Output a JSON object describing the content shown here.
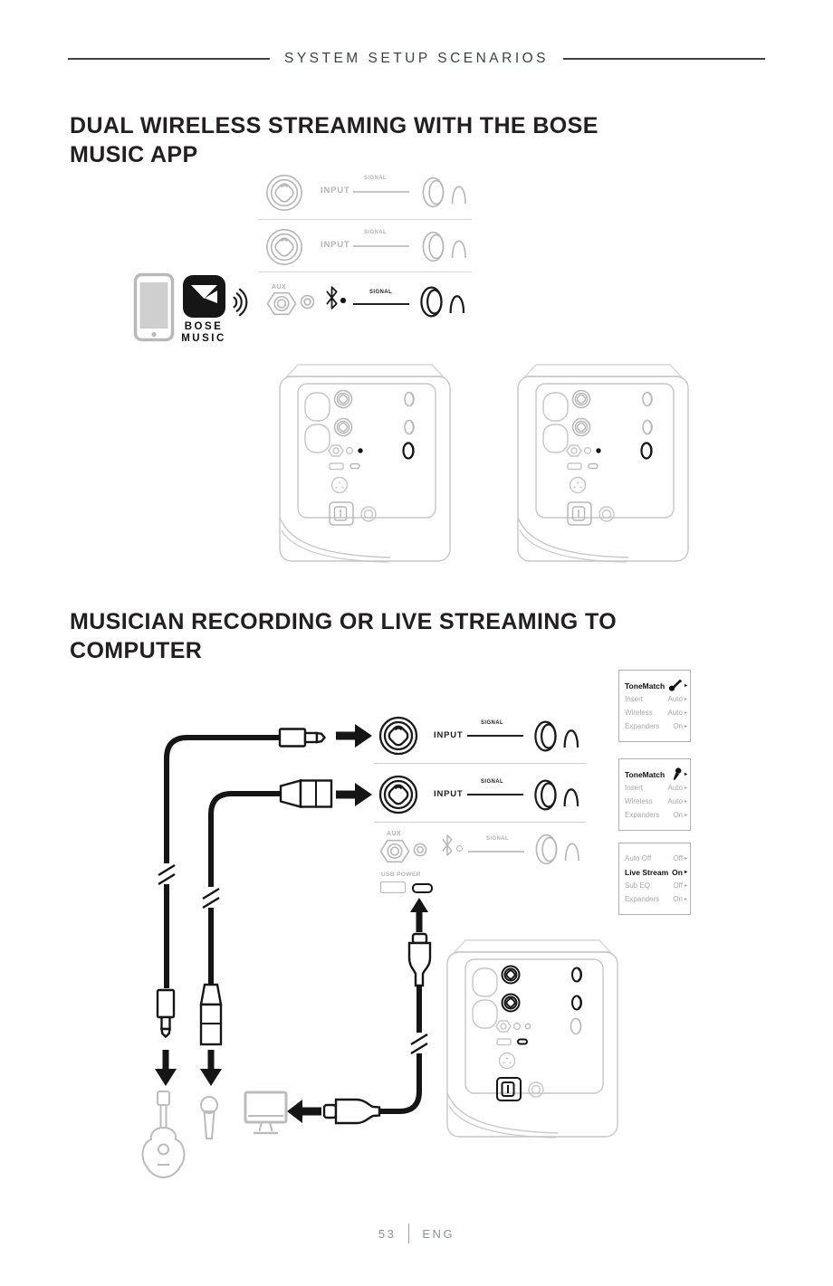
{
  "header": {
    "title": "SYSTEM SETUP SCENARIOS"
  },
  "sections": [
    {
      "title": "DUAL WIRELESS STREAMING WITH THE BOSE MUSIC APP"
    },
    {
      "title": "MUSICIAN RECORDING OR LIVE STREAMING TO COMPUTER"
    }
  ],
  "labels": {
    "input": "INPUT",
    "signal": "SIGNAL",
    "aux": "AUX",
    "usb_power": "USB POWER",
    "bose_line1": "BOSE",
    "bose_line2": "MUSIC"
  },
  "icons": {
    "app": "bose-music-app-icon",
    "bluetooth": "bluetooth-icon",
    "instrument": "guitar-icon",
    "microphone": "microphone-icon",
    "computer": "computer-icon"
  },
  "menus": {
    "arrow": "▸",
    "box1": {
      "rows": [
        {
          "label": "ToneMatch",
          "value": ""
        },
        {
          "label": "Insert",
          "value": "Auto"
        },
        {
          "label": "Wireless",
          "value": "Auto"
        },
        {
          "label": "Expanders",
          "value": "On"
        }
      ]
    },
    "box2": {
      "rows": [
        {
          "label": "ToneMatch",
          "value": ""
        },
        {
          "label": "Insert",
          "value": "Auto"
        },
        {
          "label": "Wireless",
          "value": "Auto"
        },
        {
          "label": "Expanders",
          "value": "On"
        }
      ]
    },
    "box3": {
      "rows": [
        {
          "label": "Auto Off",
          "value": "Off"
        },
        {
          "label": "Live Stream",
          "value": "On"
        },
        {
          "label": "Sub EQ",
          "value": "Off"
        },
        {
          "label": "Expanders",
          "value": "On"
        }
      ]
    }
  },
  "footer": {
    "page_number": "53",
    "language": "ENG"
  },
  "colors": {
    "ink": "#231f20",
    "art_gray": "#b6b6b6",
    "highlight_black": "#1a1a1a"
  }
}
